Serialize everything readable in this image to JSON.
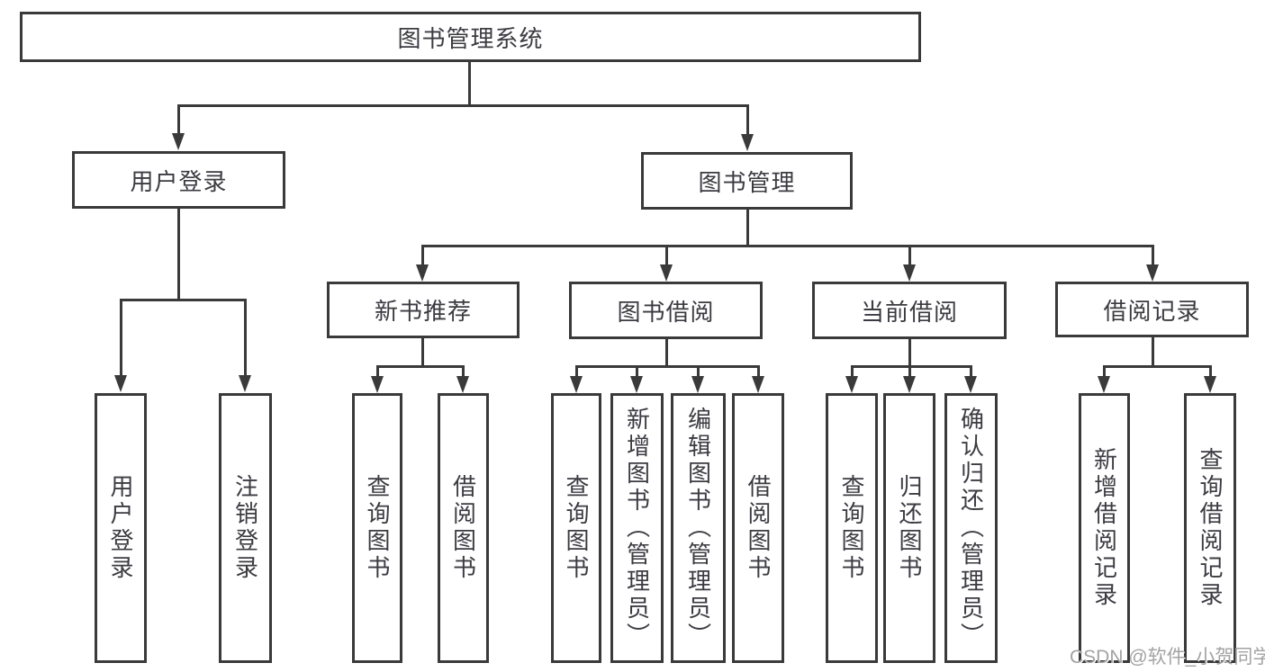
{
  "colors": {
    "line": "#3a3a3a",
    "text": "#3b3b42",
    "watermark_text_color": "#a3a3a3",
    "background": "#ffffff"
  },
  "watermark": {
    "text": "CSDN @软件_小贺同学"
  },
  "tree": {
    "label": "图书管理系统",
    "children": [
      {
        "label": "用户登录",
        "children": [
          {
            "label": "用户登录"
          },
          {
            "label": "注销登录"
          }
        ]
      },
      {
        "label": "图书管理",
        "children": [
          {
            "label": "新书推荐",
            "children": [
              {
                "label": "查询图书"
              },
              {
                "label": "借阅图书"
              }
            ]
          },
          {
            "label": "图书借阅",
            "children": [
              {
                "label": "查询图书"
              },
              {
                "label": "新增图书（管理员）"
              },
              {
                "label": "编辑图书（管理员）"
              },
              {
                "label": "借阅图书"
              }
            ]
          },
          {
            "label": "当前借阅",
            "children": [
              {
                "label": "查询图书"
              },
              {
                "label": "归还图书"
              },
              {
                "label": "确认归还（管理员）"
              }
            ]
          },
          {
            "label": "借阅记录",
            "children": [
              {
                "label": "新增借阅记录"
              },
              {
                "label": "查询借阅记录"
              }
            ]
          }
        ]
      }
    ]
  }
}
